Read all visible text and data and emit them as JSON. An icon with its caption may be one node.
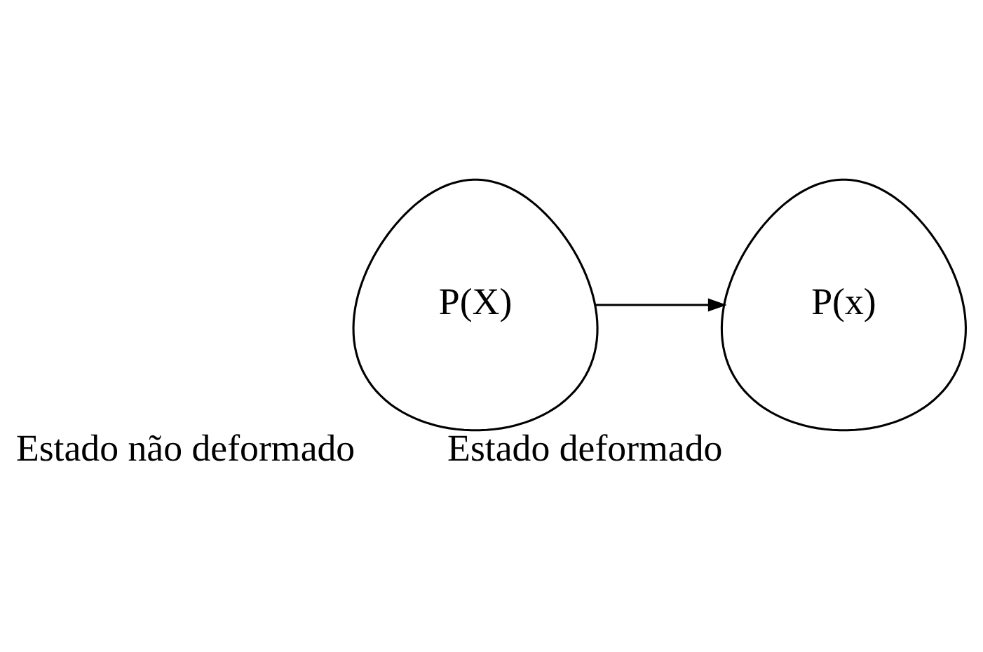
{
  "diagram": {
    "nodes": [
      {
        "text": [
          "P(X)"
        ],
        "beside": [
          "Estado não deformado"
        ]
      },
      {
        "text": [
          "P(x)"
        ],
        "beside": [
          "Estado deformado"
        ]
      }
    ],
    "edges": [
      {
        "from": 0,
        "to": 1,
        "arrow": "to"
      }
    ]
  }
}
